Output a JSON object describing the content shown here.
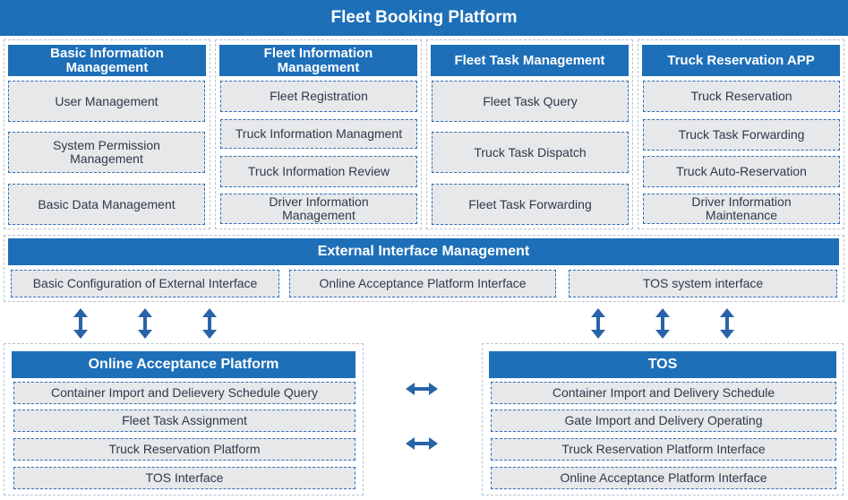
{
  "title": "Fleet Booking Platform",
  "modules": [
    {
      "header": "Basic Information Management",
      "items": [
        "User Management",
        "System Permission Management",
        "Basic Data Management"
      ]
    },
    {
      "header": "Fleet Information Management",
      "items": [
        "Fleet Registration",
        "Truck Information Managment",
        "Truck Information Review",
        "Driver Information Management"
      ]
    },
    {
      "header": "Fleet Task Management",
      "items": [
        "Fleet Task Query",
        "Truck Task Dispatch",
        "Fleet Task Forwarding"
      ]
    },
    {
      "header": "Truck Reservation APP",
      "items": [
        "Truck Reservation",
        "Truck Task Forwarding",
        "Truck Auto-Reservation",
        "Driver Information Maintenance"
      ]
    }
  ],
  "external": {
    "header": "External Interface Management",
    "items": [
      "Basic Configuration of External Interface",
      "Online Acceptance Platform Interface",
      "TOS system interface"
    ]
  },
  "online": {
    "header": "Online Acceptance Platform",
    "items": [
      "Container Import and Delievery Schedule Query",
      "Fleet Task Assignment",
      "Truck Reservation Platform",
      "TOS Interface"
    ]
  },
  "tos": {
    "header": "TOS",
    "items": [
      "Container Import and Delivery Schedule",
      "Gate Import and Delivery Operating",
      "Truck Reservation Platform Interface",
      "Online Acceptance Platform Interface"
    ]
  },
  "colors": {
    "header_blue": "#1d6fb8",
    "box_fill": "#e6e8ea",
    "box_border": "#2e6fb5",
    "panel_border": "#b9c2cc",
    "arrow": "#2a62a8"
  },
  "icons": {
    "vertical_connector": "double-headed-vertical-arrow-icon",
    "horizontal_connector": "double-headed-horizontal-arrow-icon"
  }
}
